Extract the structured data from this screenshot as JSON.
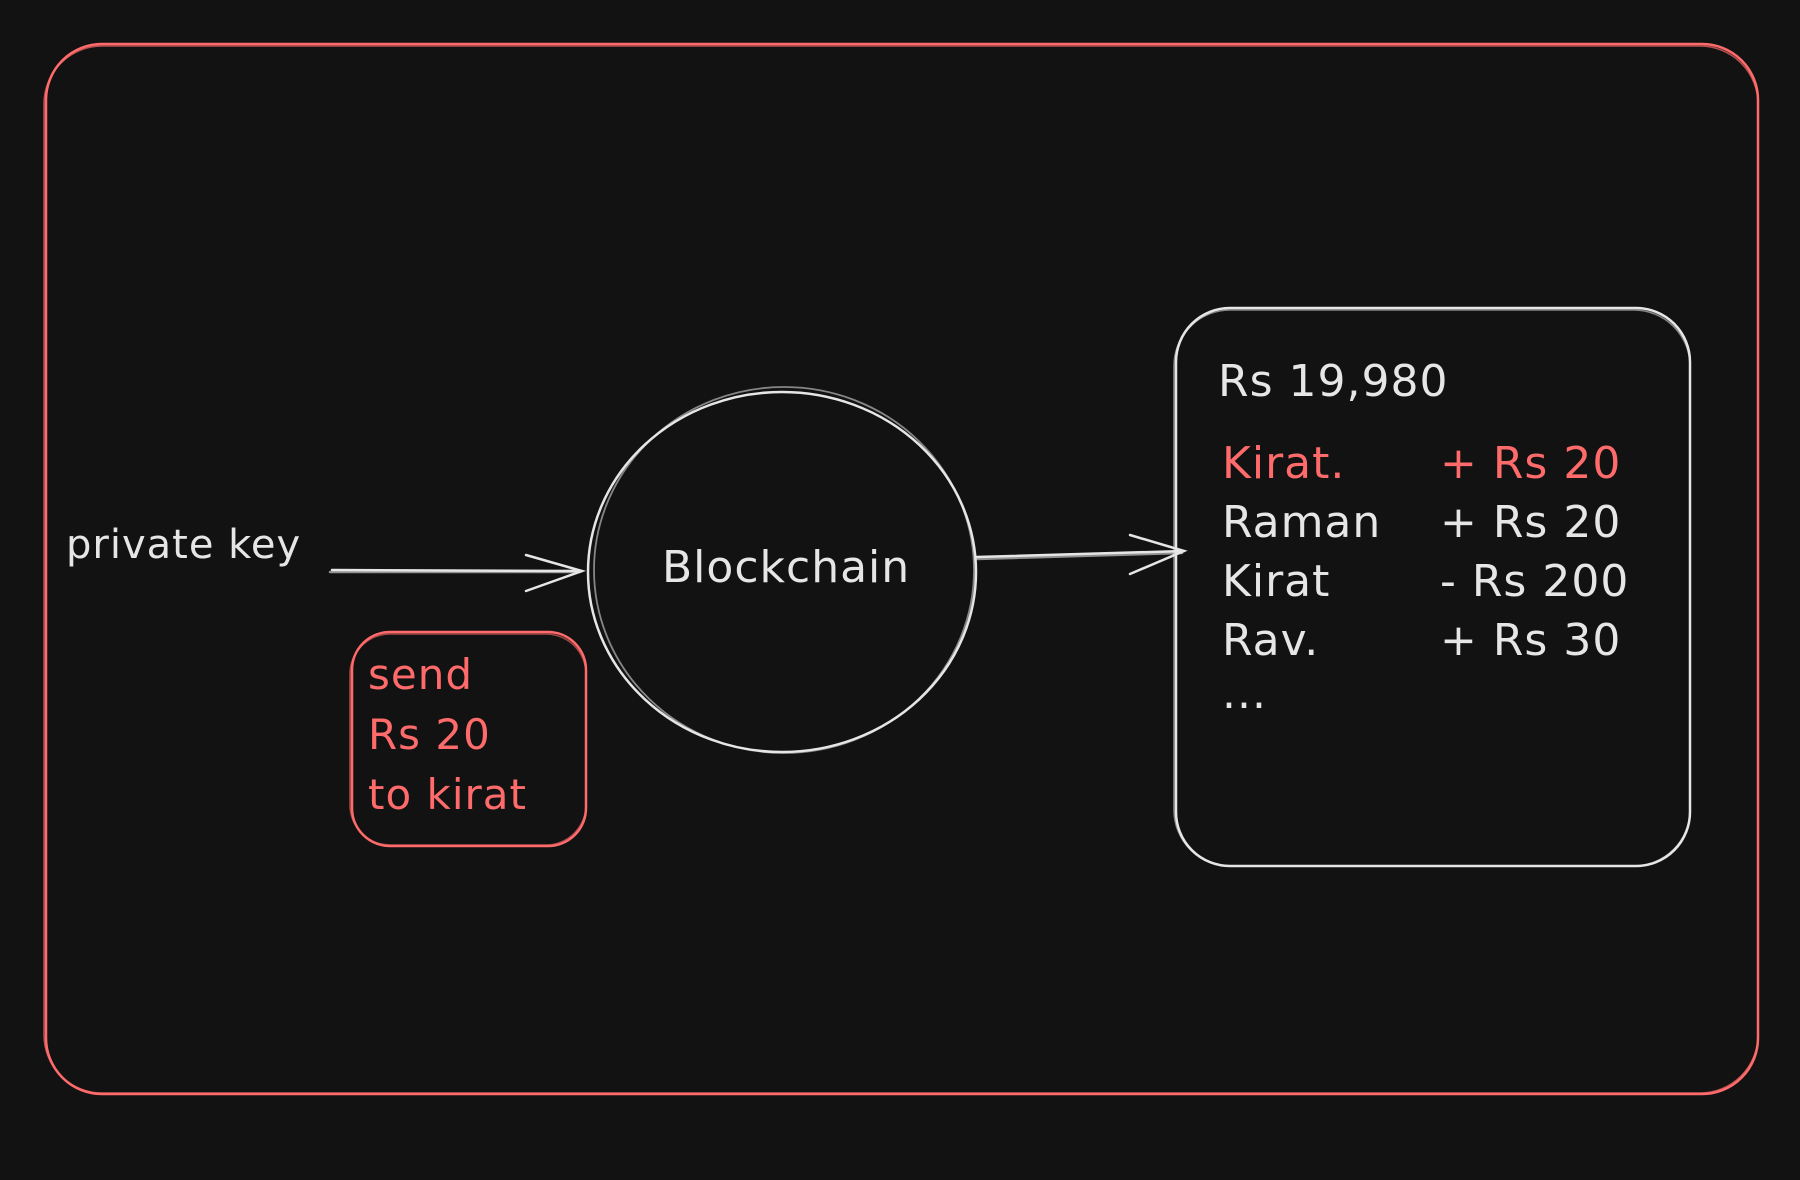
{
  "colors": {
    "background": "#121212",
    "frame": "#ff6b6b",
    "stroke": "#e6e6e6",
    "highlight": "#ff6b6b"
  },
  "input_label": "private key",
  "node_label": "Blockchain",
  "transaction_note": [
    "send",
    "Rs 20",
    "to kirat"
  ],
  "ledger_panel": {
    "balance": "Rs 19,980",
    "rows": [
      {
        "name": "Kirat.",
        "amount": "+ Rs 20",
        "highlight": true
      },
      {
        "name": "Raman",
        "amount": "+ Rs 20",
        "highlight": false
      },
      {
        "name": "Kirat",
        "amount": "- Rs 200",
        "highlight": false
      },
      {
        "name": "Rav.",
        "amount": "+ Rs 30",
        "highlight": false
      }
    ],
    "ellipsis": "..."
  }
}
